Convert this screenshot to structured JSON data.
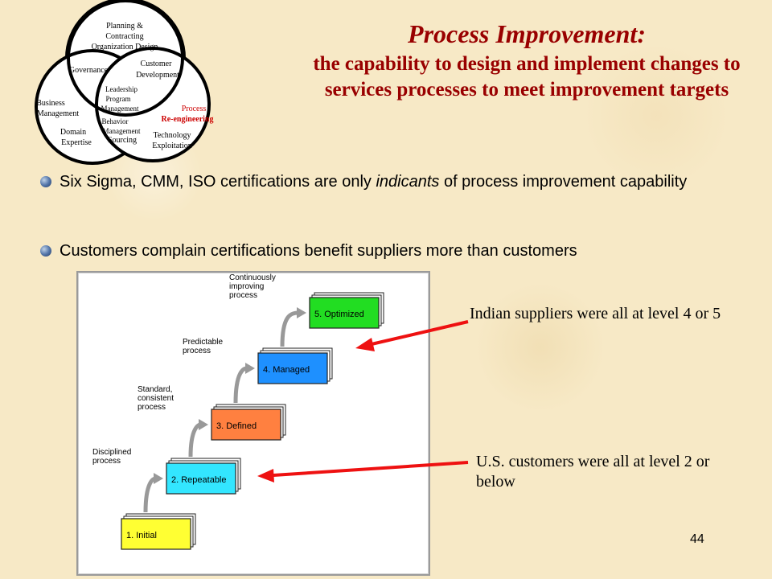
{
  "venn": {
    "top_circle": [
      "Planning &",
      "Contracting",
      "Organization Design"
    ],
    "governance": "Governance",
    "customer_development": [
      "Customer",
      "Development"
    ],
    "leadership": [
      "Leadership",
      "Program",
      "Management"
    ],
    "business_management": [
      "Business",
      "Management"
    ],
    "behavior_management": [
      "Behavior",
      "Management"
    ],
    "process_reengineering": [
      "Process",
      "Re-engineering"
    ],
    "domain_expertise": [
      "Domain",
      "Expertise"
    ],
    "sourcing": "Sourcing",
    "technology_exploitation": [
      "Technology",
      "Exploitation"
    ]
  },
  "title": {
    "main": "Process Improvement:",
    "sub": "the capability to design and implement changes to services processes to meet improvement targets"
  },
  "bullets": {
    "b1_before": "Six Sigma, CMM, ISO certifications are only ",
    "b1_italic": "indicants",
    "b1_after": " of process improvement capability",
    "b2": "Customers complain certifications benefit suppliers more than customers"
  },
  "cmm": {
    "levels": [
      {
        "label": "1. Initial",
        "color": "#ffff33"
      },
      {
        "label": "2. Repeatable",
        "color": "#33e6ff"
      },
      {
        "label": "3. Defined",
        "color": "#ff8040"
      },
      {
        "label": "4. Managed",
        "color": "#1e90ff"
      },
      {
        "label": "5. Optimized",
        "color": "#22dd22"
      }
    ],
    "transitions": [
      [
        "Disciplined",
        "process"
      ],
      [
        "Standard,",
        "consistent",
        "process"
      ],
      [
        "Predictable",
        "process"
      ],
      [
        "Continuously",
        "improving",
        "process"
      ]
    ]
  },
  "notes": {
    "indian": "Indian suppliers were all at level 4 or 5",
    "us": "U.S. customers were all at level 2 or below"
  },
  "page_number": "44",
  "colors": {
    "title": "#990000",
    "arrow": "#ee1111",
    "process_label": "#cc0000"
  }
}
